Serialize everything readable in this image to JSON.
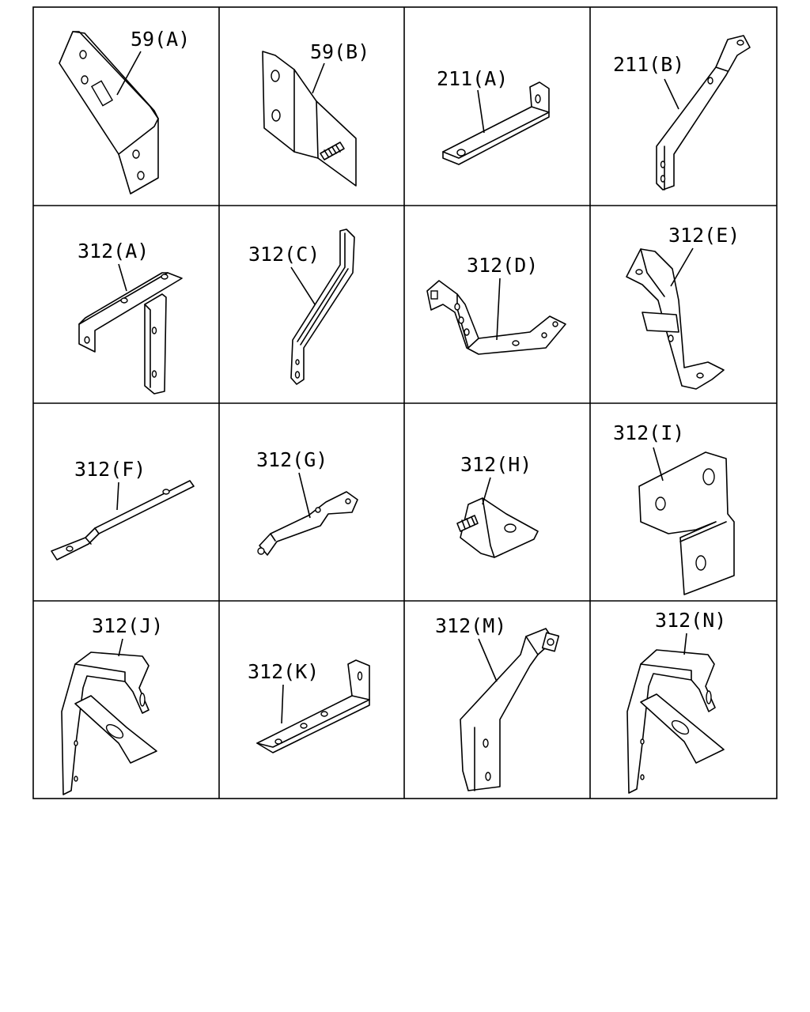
{
  "parts": [
    {
      "label": "59(A)"
    },
    {
      "label": "59(B)"
    },
    {
      "label": "211(A)"
    },
    {
      "label": "211(B)"
    },
    {
      "label": "312(A)"
    },
    {
      "label": "312(C)"
    },
    {
      "label": "312(D)"
    },
    {
      "label": "312(E)"
    },
    {
      "label": "312(F)"
    },
    {
      "label": "312(G)"
    },
    {
      "label": "312(H)"
    },
    {
      "label": "312(I)"
    },
    {
      "label": "312(J)"
    },
    {
      "label": "312(K)"
    },
    {
      "label": "312(M)"
    },
    {
      "label": "312(N)"
    }
  ]
}
